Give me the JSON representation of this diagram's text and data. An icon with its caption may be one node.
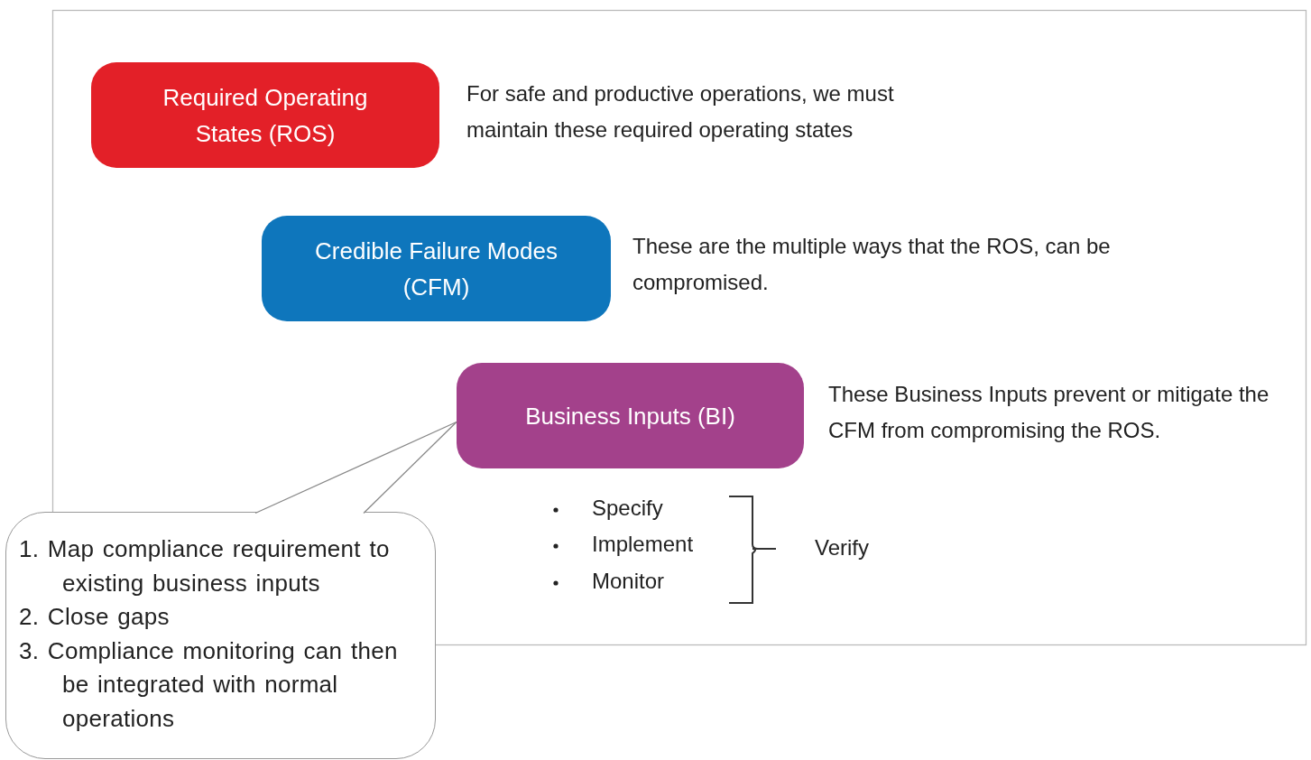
{
  "diagram": {
    "nodes": [
      {
        "text": [
          "Required Operating States (ROS)"
        ],
        "beside": [
          "For safe and productive operations, we must maintain these required operating states"
        ]
      },
      {
        "text": [
          "Credible Failure Modes (CFM)"
        ],
        "beside": [
          "These are the multiple ways that the ROS, can be compromised."
        ]
      },
      {
        "text": [
          "Business Inputs (BI)"
        ],
        "beside": [
          "These Business Inputs prevent or mitigate the CFM from compromising the ROS."
        ]
      },
      {
        "text": [
          "1. Map compliance requirement to existing business inputs",
          "2. Close gaps",
          "3. Compliance monitoring can then be integrated with normal operations"
        ]
      }
    ],
    "edges": [
      {
        "from": 3,
        "to": 2,
        "arrow": "none"
      }
    ],
    "labels": [
      "Specify",
      "Implement",
      "Monitor",
      "Verify"
    ]
  }
}
